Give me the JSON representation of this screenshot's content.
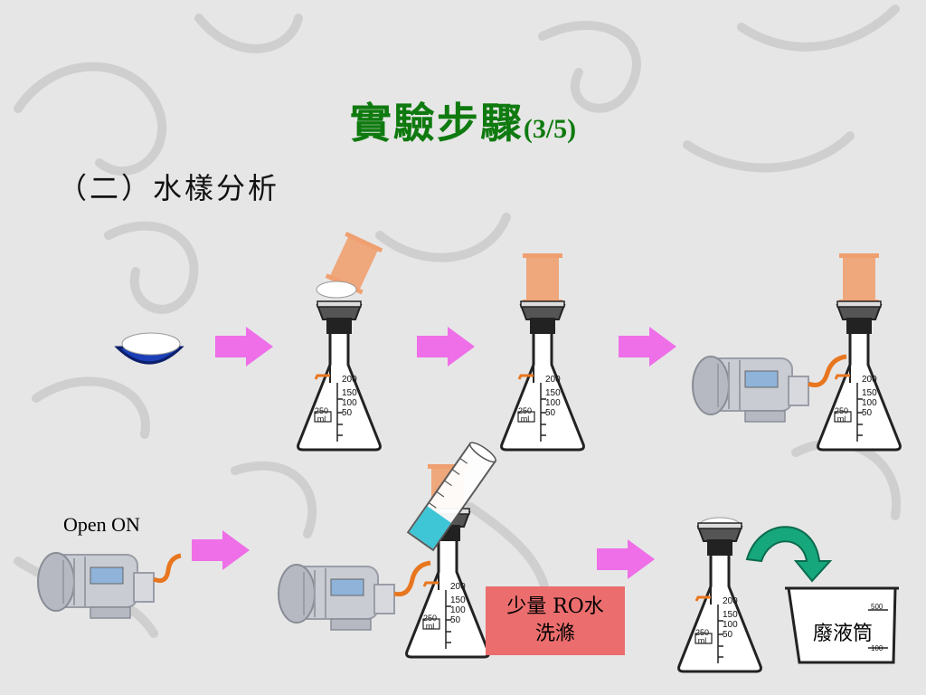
{
  "title": {
    "main": "實驗步驟",
    "sub": "(3/5)"
  },
  "subtitle": "（二）水樣分析",
  "labels": {
    "open_on": "Open ON",
    "rinse_line1": "少量 RO水",
    "rinse_line2": "洗滌",
    "waste": "廢液筒"
  },
  "flask_scale": {
    "unit": "ml",
    "volume": "250",
    "marks": [
      "200",
      "150",
      "100",
      "50"
    ]
  },
  "cylinder_scale": {
    "marks": [
      "500",
      "100"
    ]
  },
  "colors": {
    "title": "#0f7a0f",
    "arrow": "#ee6fe8",
    "funnel_top": "#f0a070",
    "tube": "#e8761f",
    "note_bg": "#eb6d6d",
    "curved_arrow": "#16a77c",
    "dish": "#1a3fb8",
    "liquid": "#3ec5d6"
  }
}
